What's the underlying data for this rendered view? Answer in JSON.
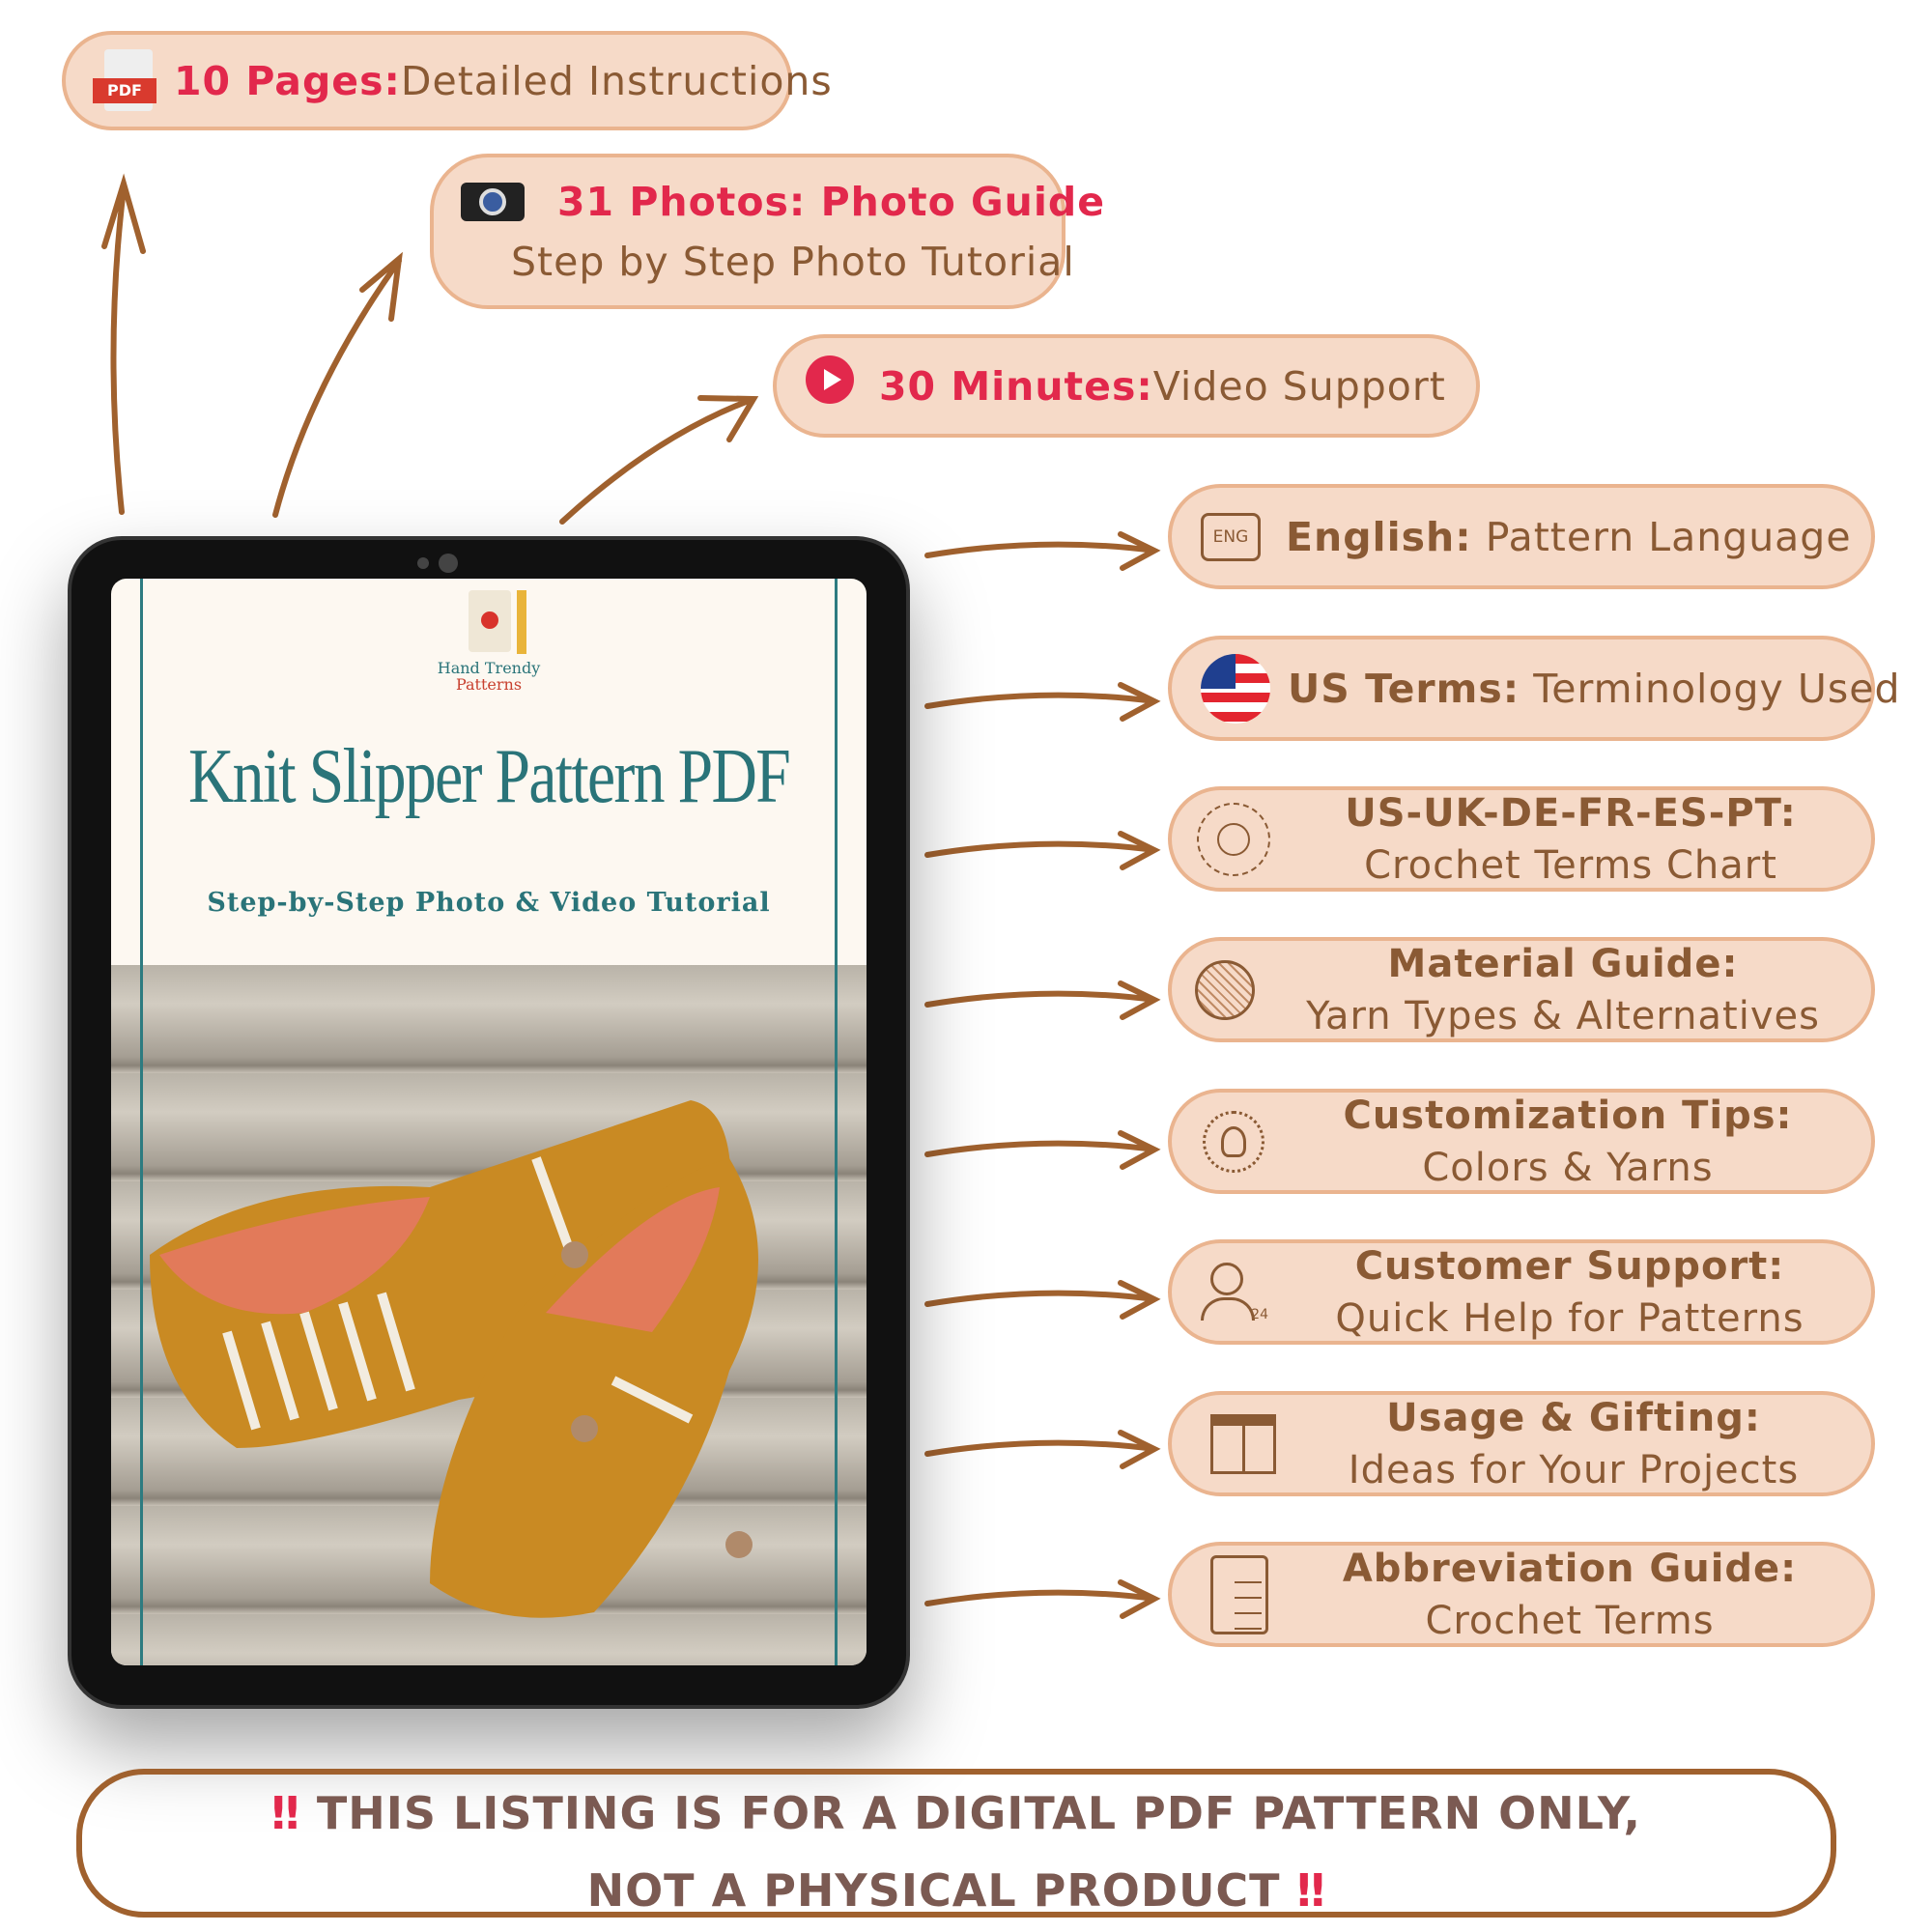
{
  "features_top": [
    {
      "bold": "10 Pages:",
      "text": "Detailed Instructions",
      "icon": "pdf-file-icon",
      "icon_label": "PDF"
    },
    {
      "bold": "31 Photos: Photo Guide",
      "text": "Step by Step Photo Tutorial",
      "icon": "camera-icon"
    },
    {
      "bold": "30 Minutes:",
      "text": "Video Support",
      "icon": "play-video-icon"
    }
  ],
  "features_right": [
    {
      "bold": "English:",
      "text": "Pattern Language",
      "icon": "speech-bubble-icon",
      "icon_label": "ENG"
    },
    {
      "bold": "US Terms:",
      "text": "Terminology Used",
      "icon": "us-flag-icon"
    },
    {
      "bold": "US-UK-DE-FR-ES-PT:",
      "text": "Crochet Terms Chart",
      "icon": "globe-languages-icon"
    },
    {
      "bold": "Material Guide:",
      "text": "Yarn Types & Alternatives",
      "icon": "yarn-ball-icon"
    },
    {
      "bold": "Customization Tips:",
      "text": "Colors & Yarns",
      "icon": "lightbulb-gear-icon"
    },
    {
      "bold": "Customer Support:",
      "text": "Quick Help for Patterns",
      "icon": "support-24-icon"
    },
    {
      "bold": "Usage & Gifting:",
      "text": "Ideas for Your Projects",
      "icon": "gift-icon"
    },
    {
      "bold": "Abbreviation Guide:",
      "text": "Crochet Terms",
      "icon": "checklist-icon"
    }
  ],
  "cover": {
    "brand_line1": "Hand Trendy",
    "brand_line2": "Patterns",
    "title": "Knit Slipper Pattern PDF",
    "subtitle": "Step-by-Step Photo & Video Tutorial"
  },
  "notice": {
    "line1": "THIS LISTING IS FOR A DIGITAL PDF PATTERN ONLY,",
    "line2": "NOT A PHYSICAL PRODUCT",
    "mark": "‼"
  },
  "colors": {
    "accent": "#e2284c",
    "brown": "#a0612e",
    "pill": "#f6dac8",
    "teal": "#2a7479"
  }
}
